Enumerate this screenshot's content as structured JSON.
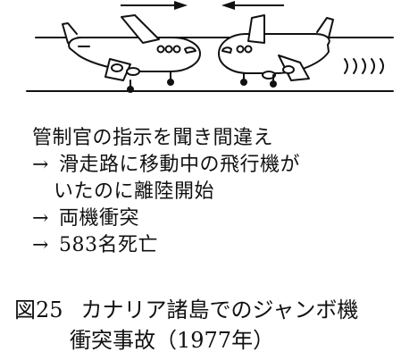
{
  "illustration": {
    "left_plane": "airplane-moving-right",
    "right_plane": "airplane-moving-left"
  },
  "sequence": {
    "intro": "管制官の指示を聞き間違え",
    "steps": [
      {
        "arrow": "→",
        "lines": [
          "滑走路に移動中の飛行機が",
          "いたのに離陸開始"
        ]
      },
      {
        "arrow": "→",
        "lines": [
          "両機衝突"
        ]
      },
      {
        "arrow": "→",
        "lines": [
          "583名死亡"
        ]
      }
    ]
  },
  "caption": {
    "number": "図25",
    "line1": "カナリア諸島でのジャンボ機",
    "line2": "衝突事故（1977年）"
  }
}
